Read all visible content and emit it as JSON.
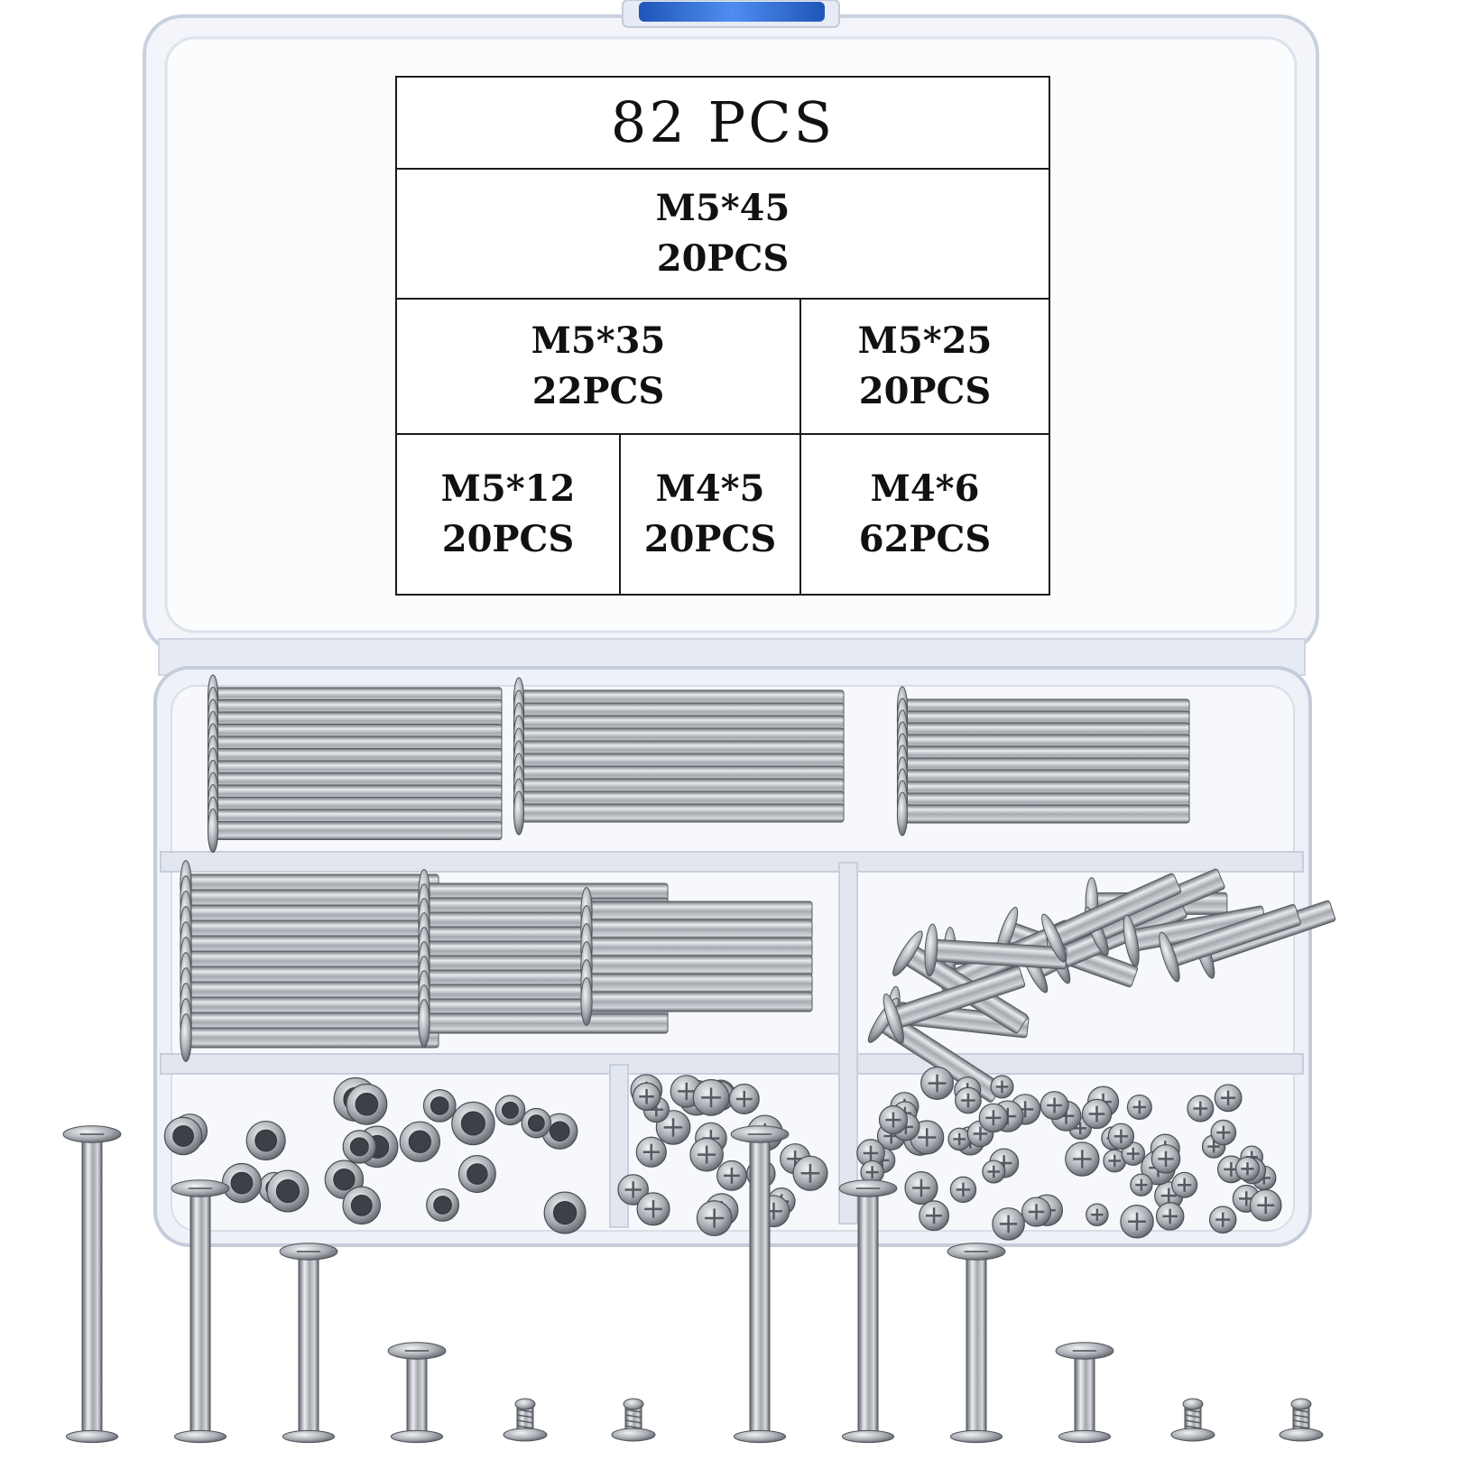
{
  "label": {
    "title": "82 PCS",
    "rows": [
      [
        {
          "size": "M5*45",
          "qty": "20PCS"
        }
      ],
      [
        {
          "size": "M5*35",
          "qty": "22PCS"
        },
        {
          "size": "M5*25",
          "qty": "20PCS"
        }
      ],
      [
        {
          "size": "M5*12",
          "qty": "20PCS"
        },
        {
          "size": "M4*5",
          "qty": "20PCS"
        },
        {
          "size": "M4*6",
          "qty": "62PCS"
        }
      ]
    ]
  },
  "colors": {
    "background": "#ffffff",
    "case_plastic": "#eef1f8",
    "latch": "#2f6fd6",
    "metal": "#b8bcc2",
    "label_ink": "#111111"
  }
}
